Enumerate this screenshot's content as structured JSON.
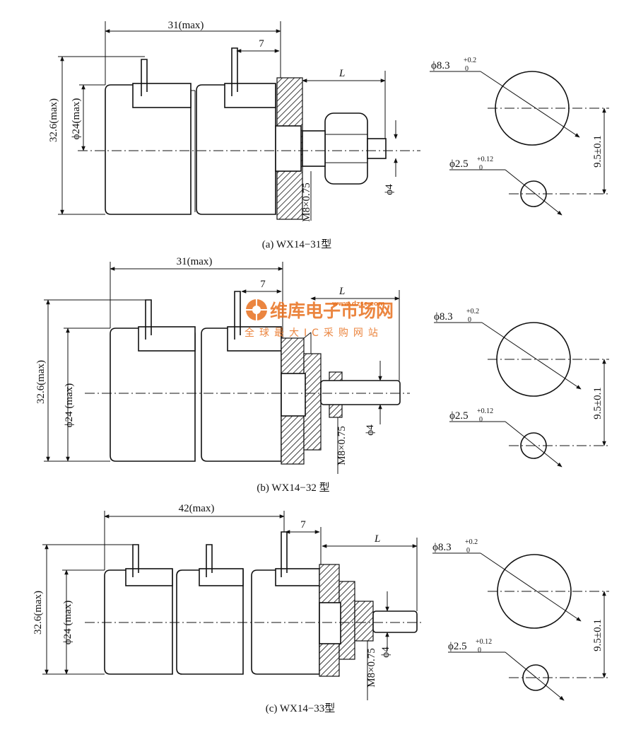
{
  "figures": [
    {
      "id": "a",
      "caption": "(a) WX14−31型",
      "dims": {
        "overall_length": "31(max)",
        "step": "7",
        "shaft_len": "L",
        "height": "32.6(max)",
        "diameter": "ϕ24(max)",
        "thread": "M8×0.75",
        "shaft_dia": "ϕ4"
      }
    },
    {
      "id": "b",
      "caption": "(b) WX14−32 型",
      "dims": {
        "overall_length": "31(max)",
        "step": "7",
        "shaft_len": "L",
        "height": "32.6(max)",
        "diameter": "ϕ24 (max)",
        "thread": "M8×0.75",
        "shaft_dia": "ϕ4"
      }
    },
    {
      "id": "c",
      "caption": "(c) WX14−33型",
      "dims": {
        "overall_length": "42(max)",
        "step": "7",
        "shaft_len": "L",
        "height": "32.6(max)",
        "diameter": "ϕ24 (max)",
        "thread": "M8×0.75",
        "shaft_dia": "ϕ4"
      }
    }
  ],
  "mounting_hole": {
    "large_hole": "ϕ8.3",
    "large_tol_upper": "+0.2",
    "large_tol_lower": "0",
    "small_hole": "ϕ2.5",
    "small_tol_upper": "+0.12",
    "small_tol_lower": "0",
    "spacing": "9.5±0.1"
  },
  "watermark": {
    "cn_title": "维库电子市场网",
    "url": "www.dzsc.com",
    "subtitle": "全球最大IC采购网站",
    "colors": {
      "accent": "#e8701e"
    }
  }
}
